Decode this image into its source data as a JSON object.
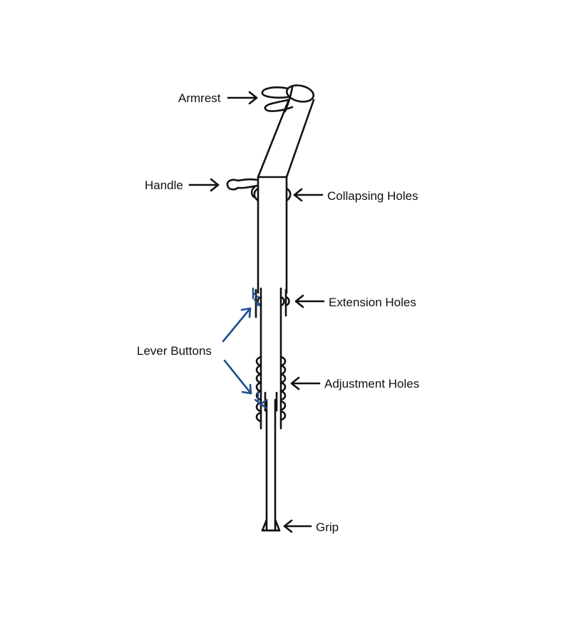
{
  "labels": {
    "armrest": "Armrest",
    "handle": "Handle",
    "collapsing_holes": "Collapsing Holes",
    "extension_holes": "Extension Holes",
    "lever_buttons": "Lever Buttons",
    "adjustment_holes": "Adjustment Holes",
    "grip": "Grip"
  },
  "colors": {
    "outline": "#111111",
    "lever_accent": "#1f4e8c",
    "background": "#ffffff"
  }
}
